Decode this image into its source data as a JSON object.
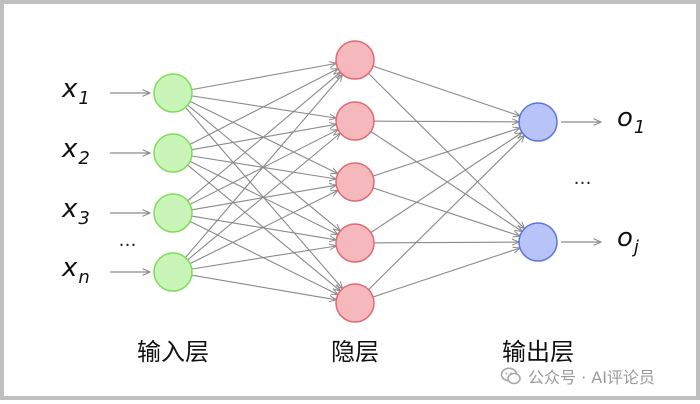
{
  "diagram": {
    "colors": {
      "input_fill": "#c9f5b8",
      "input_stroke": "#7fdc5a",
      "hidden_fill": "#f5b9bd",
      "hidden_stroke": "#e06a72",
      "output_fill": "#b8c4f7",
      "output_stroke": "#5d74e3",
      "edge": "#8a8a8a",
      "arrow": "#8a8a8a"
    },
    "input_labels": [
      {
        "base": "x",
        "sub": "1"
      },
      {
        "base": "x",
        "sub": "2"
      },
      {
        "base": "x",
        "sub": "3"
      },
      {
        "base": "x",
        "sub": "n"
      }
    ],
    "input_ellipsis": "…",
    "output_labels": [
      {
        "base": "o",
        "sub": "1"
      },
      {
        "base": "o",
        "sub": "j"
      }
    ],
    "output_ellipsis": "…",
    "layers": {
      "input": {
        "label": "输入层",
        "nodes": 4
      },
      "hidden": {
        "label": "隐层",
        "nodes": 5
      },
      "output": {
        "label": "输出层",
        "nodes": 2
      }
    }
  },
  "watermark": {
    "text": "公众号 · AI评论员",
    "icon": "wechat-icon"
  }
}
